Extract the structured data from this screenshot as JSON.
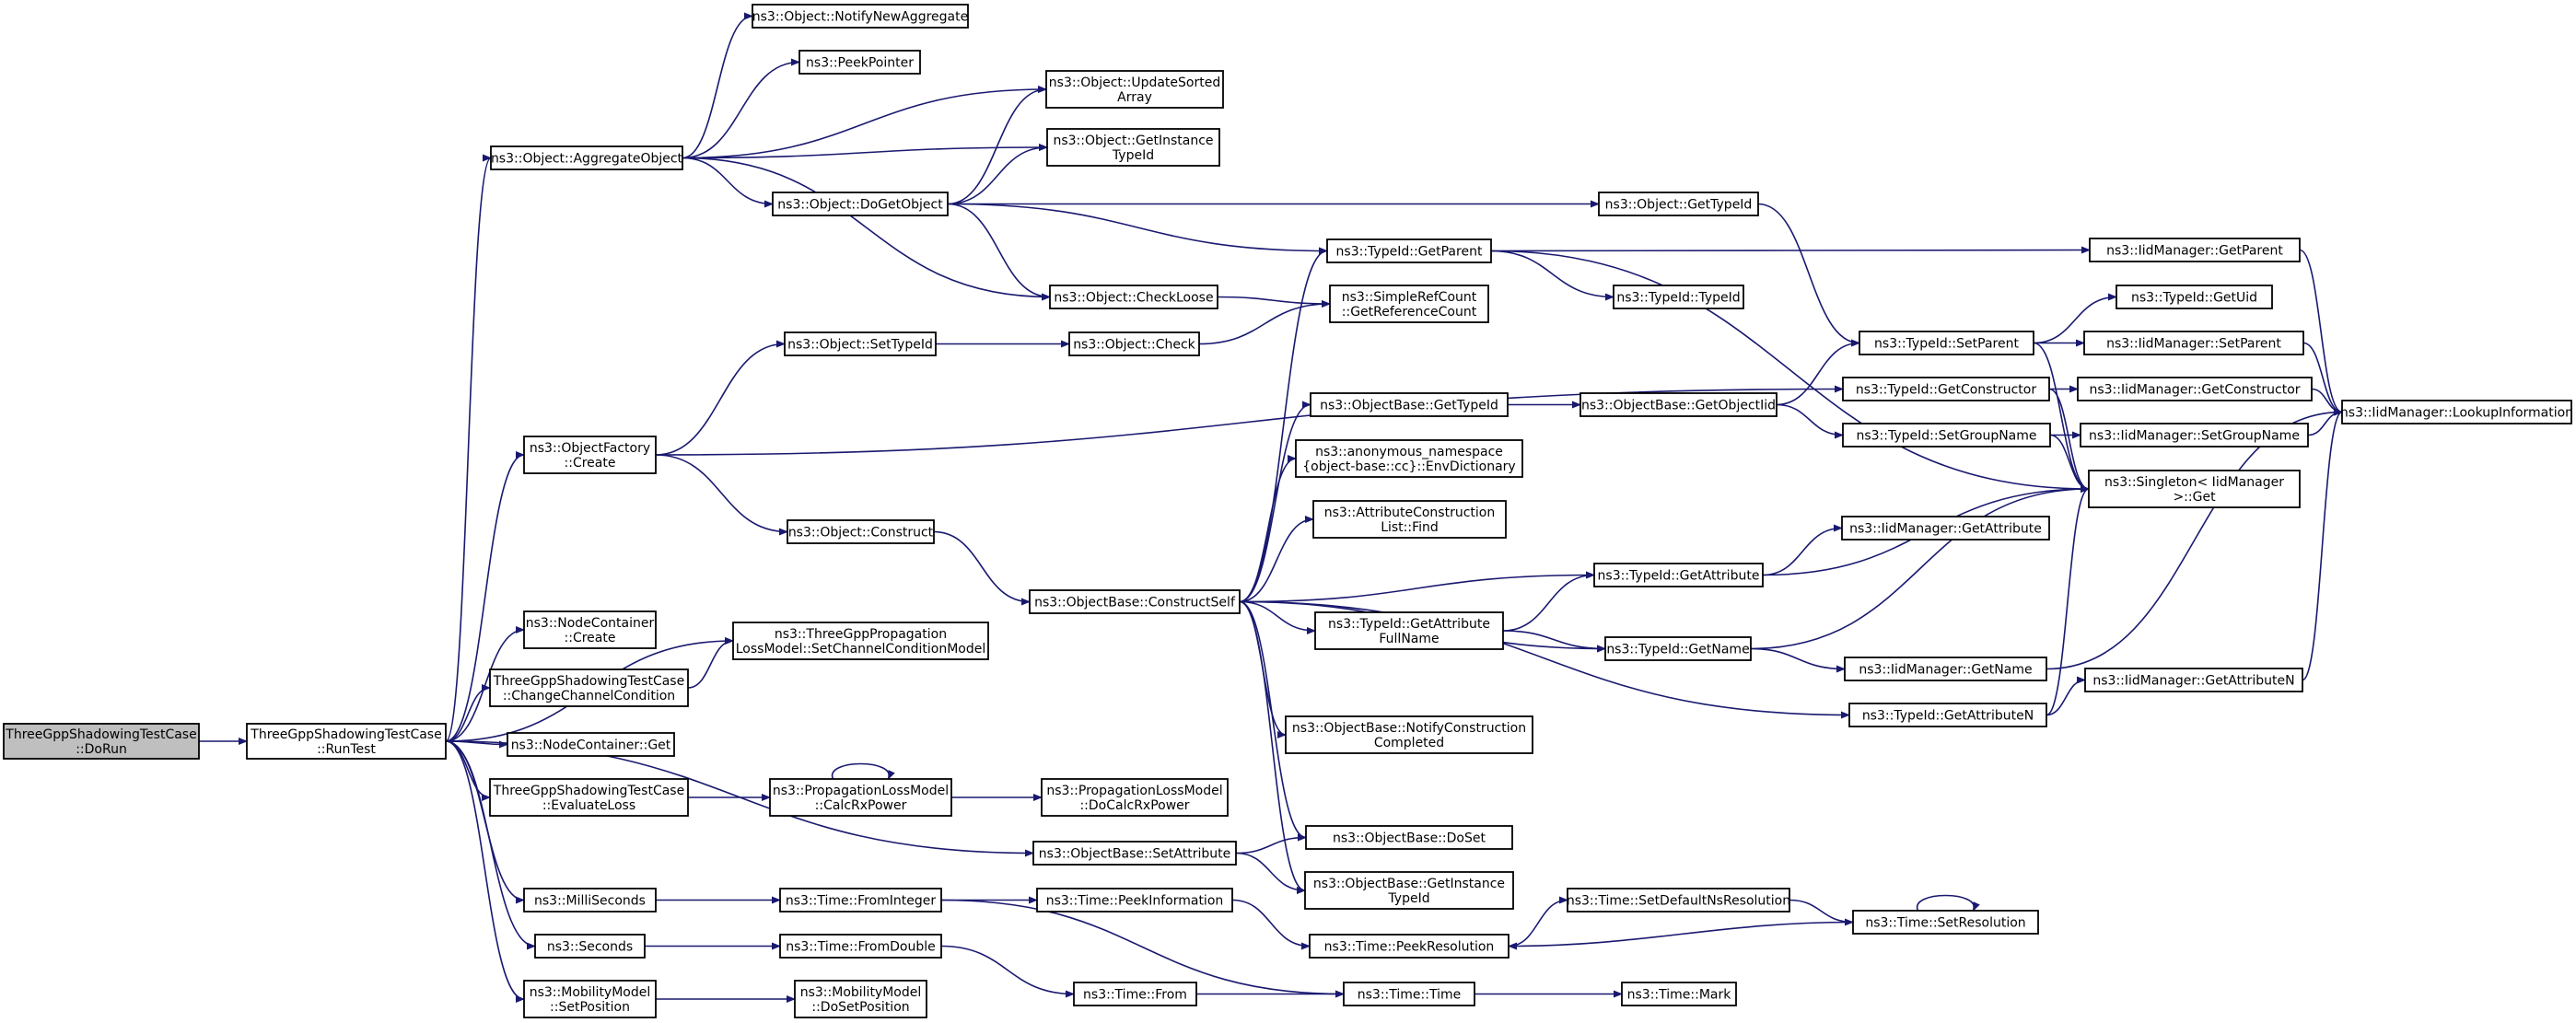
{
  "colors": {
    "edge": "#191970",
    "root_fill": "#bfbfbf",
    "node_fill": "#ffffff",
    "node_border": "#000000"
  },
  "nodes": {
    "doRun": [
      "ThreeGppShadowingTestCase",
      "::DoRun"
    ],
    "runTest": [
      "ThreeGppShadowingTestCase",
      "::RunTest"
    ],
    "aggregateObject": [
      "ns3::Object::AggregateObject"
    ],
    "objectFactoryCreate": [
      "ns3::ObjectFactory",
      "::Create"
    ],
    "nodeContainerCreate": [
      "ns3::NodeContainer",
      "::Create"
    ],
    "changeChannelCondition": [
      "ThreeGppShadowingTestCase",
      "::ChangeChannelCondition"
    ],
    "nodeContainerGet": [
      "ns3::NodeContainer::Get"
    ],
    "evaluateLoss": [
      "ThreeGppShadowingTestCase",
      "::EvaluateLoss"
    ],
    "milliSeconds": [
      "ns3::MilliSeconds"
    ],
    "seconds": [
      "ns3::Seconds"
    ],
    "mobilitySetPosition": [
      "ns3::MobilityModel",
      "::SetPosition"
    ],
    "notifyNewAggregate": [
      "ns3::Object::NotifyNewAggregate"
    ],
    "peekPointer": [
      "ns3::PeekPointer"
    ],
    "doGetObject": [
      "ns3::Object::DoGetObject"
    ],
    "setTypeId": [
      "ns3::Object::SetTypeId"
    ],
    "objectConstruct": [
      "ns3::Object::Construct"
    ],
    "setChannelConditionModel": [
      "ns3::ThreeGppPropagation",
      "LossModel::SetChannelConditionModel"
    ],
    "calcRxPower": [
      "ns3::PropagationLossModel",
      "::CalcRxPower"
    ],
    "timeFromInteger": [
      "ns3::Time::FromInteger"
    ],
    "timeFromDouble": [
      "ns3::Time::FromDouble"
    ],
    "doSetPosition": [
      "ns3::MobilityModel",
      "::DoSetPosition"
    ],
    "updateSortedArray": [
      "ns3::Object::UpdateSorted",
      "Array"
    ],
    "getInstanceTypeId": [
      "ns3::Object::GetInstance",
      "TypeId"
    ],
    "checkLoose": [
      "ns3::Object::CheckLoose"
    ],
    "objectCheck": [
      "ns3::Object::Check"
    ],
    "constructSelf": [
      "ns3::ObjectBase::ConstructSelf"
    ],
    "doCalcRxPower": [
      "ns3::PropagationLossModel",
      "::DoCalcRxPower"
    ],
    "objectBaseSetAttribute": [
      "ns3::ObjectBase::SetAttribute"
    ],
    "peekInformation": [
      "ns3::Time::PeekInformation"
    ],
    "timeFrom": [
      "ns3::Time::From"
    ],
    "typeIdGetParent": [
      "ns3::TypeId::GetParent"
    ],
    "getReferenceCount": [
      "ns3::SimpleRefCount",
      "::GetReferenceCount"
    ],
    "objectBaseGetTypeId": [
      "ns3::ObjectBase::GetTypeId"
    ],
    "envDictionary": [
      "ns3::anonymous_namespace",
      "{object-base::cc}::EnvDictionary"
    ],
    "attrConstructionFind": [
      "ns3::AttributeConstruction",
      "List::Find"
    ],
    "getAttributeFullName": [
      "ns3::TypeId::GetAttribute",
      "FullName"
    ],
    "notifyConstructionCompleted": [
      "ns3::ObjectBase::NotifyConstruction",
      "Completed"
    ],
    "objectBaseDoSet": [
      "ns3::ObjectBase::DoSet"
    ],
    "objectBaseGetInstanceTypeId": [
      "ns3::ObjectBase::GetInstance",
      "TypeId"
    ],
    "timePeekResolution": [
      "ns3::Time::PeekResolution"
    ],
    "timeTime": [
      "ns3::Time::Time"
    ],
    "objectGetTypeId": [
      "ns3::Object::GetTypeId"
    ],
    "typeIdTypeId": [
      "ns3::TypeId::TypeId"
    ],
    "getObjectIid": [
      "ns3::ObjectBase::GetObjectIid"
    ],
    "typeIdGetAttribute": [
      "ns3::TypeId::GetAttribute"
    ],
    "typeIdGetName": [
      "ns3::TypeId::GetName"
    ],
    "typeIdGetAttributeN": [
      "ns3::TypeId::GetAttributeN"
    ],
    "setDefaultNsResolution": [
      "ns3::Time::SetDefaultNsResolution"
    ],
    "timeMark": [
      "ns3::Time::Mark"
    ],
    "typeIdSetParent": [
      "ns3::TypeId::SetParent"
    ],
    "typeIdGetConstructor": [
      "ns3::TypeId::GetConstructor"
    ],
    "typeIdSetGroupName": [
      "ns3::TypeId::SetGroupName"
    ],
    "iidGetAttribute": [
      "ns3::IidManager::GetAttribute"
    ],
    "iidGetName": [
      "ns3::IidManager::GetName"
    ],
    "timeSetResolution": [
      "ns3::Time::SetResolution"
    ],
    "iidGetParent": [
      "ns3::IidManager::GetParent"
    ],
    "typeIdGetUid": [
      "ns3::TypeId::GetUid"
    ],
    "iidSetParent": [
      "ns3::IidManager::SetParent"
    ],
    "iidGetConstructor": [
      "ns3::IidManager::GetConstructor"
    ],
    "iidSetGroupName": [
      "ns3::IidManager::SetGroupName"
    ],
    "singletonGet": [
      "ns3::Singleton< IidManager",
      ">::Get"
    ],
    "iidGetAttributeN": [
      "ns3::IidManager::GetAttributeN"
    ],
    "lookupInformation": [
      "ns3::IidManager::LookupInformation"
    ]
  },
  "edges": [
    [
      "doRun",
      "runTest"
    ],
    [
      "runTest",
      "aggregateObject"
    ],
    [
      "runTest",
      "objectFactoryCreate"
    ],
    [
      "runTest",
      "setChannelConditionModel"
    ],
    [
      "runTest",
      "nodeContainerCreate"
    ],
    [
      "runTest",
      "changeChannelCondition"
    ],
    [
      "runTest",
      "nodeContainerGet"
    ],
    [
      "runTest",
      "evaluateLoss"
    ],
    [
      "runTest",
      "objectBaseSetAttribute"
    ],
    [
      "runTest",
      "milliSeconds"
    ],
    [
      "runTest",
      "seconds"
    ],
    [
      "runTest",
      "mobilitySetPosition"
    ],
    [
      "aggregateObject",
      "notifyNewAggregate"
    ],
    [
      "aggregateObject",
      "peekPointer"
    ],
    [
      "aggregateObject",
      "updateSortedArray"
    ],
    [
      "aggregateObject",
      "getInstanceTypeId"
    ],
    [
      "aggregateObject",
      "doGetObject"
    ],
    [
      "aggregateObject",
      "checkLoose"
    ],
    [
      "doGetObject",
      "updateSortedArray"
    ],
    [
      "doGetObject",
      "getInstanceTypeId"
    ],
    [
      "doGetObject",
      "objectGetTypeId"
    ],
    [
      "doGetObject",
      "typeIdGetParent"
    ],
    [
      "doGetObject",
      "checkLoose"
    ],
    [
      "objectFactoryCreate",
      "setTypeId"
    ],
    [
      "objectFactoryCreate",
      "typeIdGetConstructor"
    ],
    [
      "objectFactoryCreate",
      "objectConstruct"
    ],
    [
      "setTypeId",
      "objectCheck"
    ],
    [
      "objectCheck",
      "getReferenceCount"
    ],
    [
      "checkLoose",
      "getReferenceCount"
    ],
    [
      "objectConstruct",
      "constructSelf"
    ],
    [
      "changeChannelCondition",
      "setChannelConditionModel"
    ],
    [
      "evaluateLoss",
      "calcRxPower"
    ],
    [
      "calcRxPower",
      "calcRxPower"
    ],
    [
      "calcRxPower",
      "doCalcRxPower"
    ],
    [
      "milliSeconds",
      "timeFromInteger"
    ],
    [
      "seconds",
      "timeFromDouble"
    ],
    [
      "mobilitySetPosition",
      "doSetPosition"
    ],
    [
      "timeFromInteger",
      "peekInformation"
    ],
    [
      "timeFromInteger",
      "timeTime"
    ],
    [
      "timeFromDouble",
      "timeFrom"
    ],
    [
      "timeFrom",
      "timeTime"
    ],
    [
      "peekInformation",
      "timePeekResolution"
    ],
    [
      "timeTime",
      "timeMark"
    ],
    [
      "objectBaseSetAttribute",
      "objectBaseDoSet"
    ],
    [
      "objectBaseSetAttribute",
      "objectBaseGetInstanceTypeId"
    ],
    [
      "constructSelf",
      "typeIdGetParent"
    ],
    [
      "constructSelf",
      "objectBaseGetTypeId"
    ],
    [
      "constructSelf",
      "envDictionary"
    ],
    [
      "constructSelf",
      "attrConstructionFind"
    ],
    [
      "constructSelf",
      "typeIdGetAttribute"
    ],
    [
      "constructSelf",
      "getAttributeFullName"
    ],
    [
      "constructSelf",
      "typeIdGetName"
    ],
    [
      "constructSelf",
      "notifyConstructionCompleted"
    ],
    [
      "constructSelf",
      "objectBaseDoSet"
    ],
    [
      "constructSelf",
      "objectBaseGetInstanceTypeId"
    ],
    [
      "constructSelf",
      "typeIdGetAttributeN"
    ],
    [
      "typeIdGetParent",
      "iidGetParent"
    ],
    [
      "typeIdGetParent",
      "typeIdTypeId"
    ],
    [
      "typeIdGetParent",
      "singletonGet"
    ],
    [
      "objectGetTypeId",
      "typeIdSetParent"
    ],
    [
      "objectBaseGetTypeId",
      "getObjectIid"
    ],
    [
      "getObjectIid",
      "typeIdSetParent"
    ],
    [
      "getObjectIid",
      "typeIdSetGroupName"
    ],
    [
      "getAttributeFullName",
      "typeIdGetAttribute"
    ],
    [
      "getAttributeFullName",
      "typeIdGetName"
    ],
    [
      "typeIdGetAttribute",
      "iidGetAttribute"
    ],
    [
      "typeIdGetAttribute",
      "singletonGet"
    ],
    [
      "typeIdGetName",
      "iidGetName"
    ],
    [
      "typeIdGetName",
      "singletonGet"
    ],
    [
      "typeIdGetAttributeN",
      "iidGetAttributeN"
    ],
    [
      "typeIdGetAttributeN",
      "singletonGet"
    ],
    [
      "typeIdSetParent",
      "typeIdGetUid"
    ],
    [
      "typeIdSetParent",
      "iidSetParent"
    ],
    [
      "typeIdSetParent",
      "singletonGet"
    ],
    [
      "typeIdGetConstructor",
      "iidGetConstructor"
    ],
    [
      "typeIdGetConstructor",
      "singletonGet"
    ],
    [
      "typeIdSetGroupName",
      "iidSetGroupName"
    ],
    [
      "typeIdSetGroupName",
      "singletonGet"
    ],
    [
      "timePeekResolution",
      "setDefaultNsResolution"
    ],
    [
      "setDefaultNsResolution",
      "timeSetResolution"
    ],
    [
      "timeSetResolution",
      "timeSetResolution"
    ],
    [
      "timeSetResolution",
      "timePeekResolution"
    ],
    [
      "iidGetParent",
      "lookupInformation"
    ],
    [
      "iidSetParent",
      "lookupInformation"
    ],
    [
      "iidGetConstructor",
      "lookupInformation"
    ],
    [
      "iidSetGroupName",
      "lookupInformation"
    ],
    [
      "iidGetName",
      "lookupInformation"
    ],
    [
      "iidGetAttributeN",
      "lookupInformation"
    ]
  ]
}
